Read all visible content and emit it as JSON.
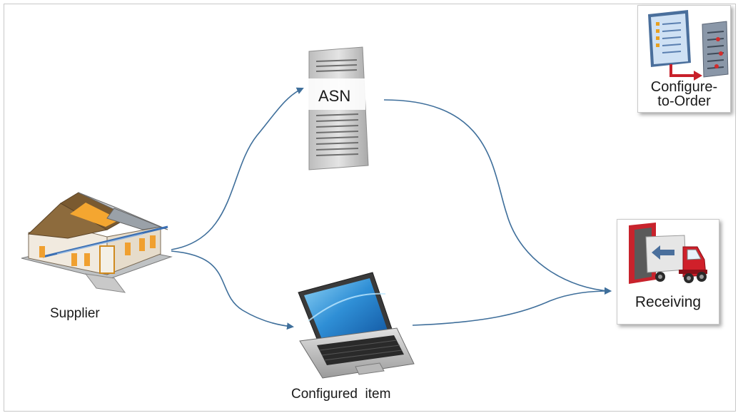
{
  "nodes": {
    "supplier": {
      "label": "Supplier",
      "icon": "warehouse-building-icon"
    },
    "asn": {
      "label": "ASN",
      "icon": "document-icon"
    },
    "configured_item": {
      "label": "Configured  item",
      "icon": "laptop-icon"
    },
    "receiving": {
      "label": "Receiving",
      "icon": "receiving-truck-icon"
    }
  },
  "badge": {
    "line1": "Configure-",
    "line2": "to-Order",
    "icon": "configure-to-order-icon"
  },
  "edges": [
    {
      "from": "Supplier",
      "to": "ASN"
    },
    {
      "from": "Supplier",
      "to": "Configured  item"
    },
    {
      "from": "ASN",
      "to": "Receiving"
    },
    {
      "from": "Configured  item",
      "to": "Receiving"
    }
  ],
  "colors": {
    "arrow": "#3f6f9b",
    "roof": "#f0a12a",
    "receiving_door": "#c8232c",
    "truck_cab": "#d0202a"
  }
}
